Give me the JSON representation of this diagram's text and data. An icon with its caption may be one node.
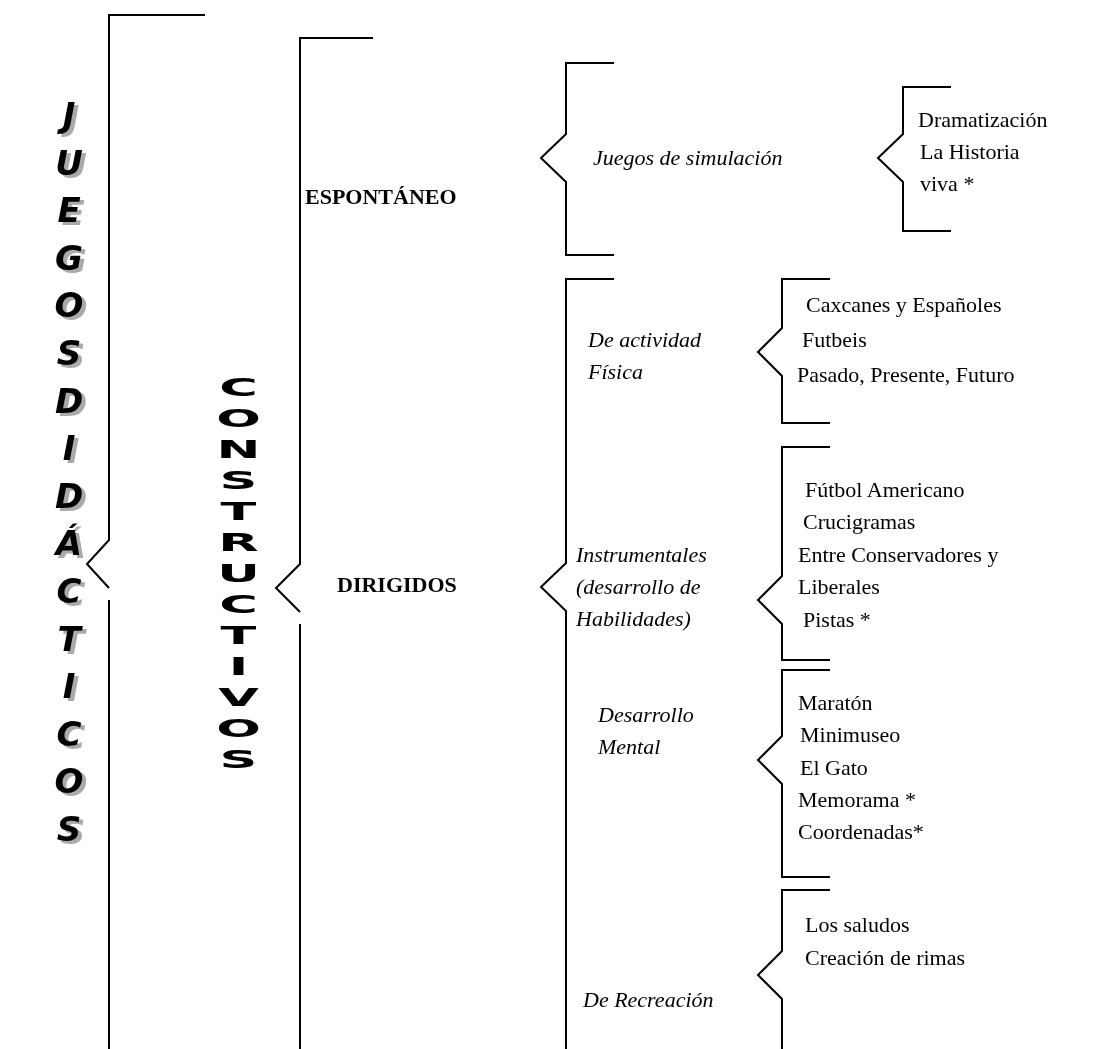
{
  "diagram": {
    "labels": [
      "JUEGOS DIDÁCTICOS",
      "CONSTRUCTIVOS",
      "ESPONTÁNEO",
      "Juegos de simulación",
      "Dramatización",
      "La Historia viva *",
      "DIRIGIDOS",
      "De actividad Física",
      "Caxcanes y Españoles",
      "Futbeis",
      "Pasado, Presente, Futuro",
      "Instrumentales (desarrollo de Habilidades)",
      "Fútbol Americano",
      "Crucigramas",
      "Entre Conservadores y Liberales",
      "Pistas *",
      "Desarrollo Mental",
      "Maratón",
      "Minimuseo",
      "El Gato",
      "Memorama *",
      "Coordenadas*",
      "Los saludos",
      "Creación de rimas",
      "De Recreación"
    ]
  }
}
